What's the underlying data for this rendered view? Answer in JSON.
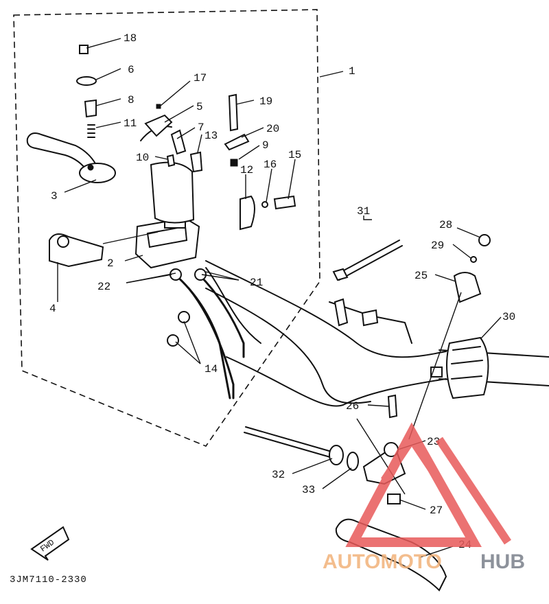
{
  "diagram_code": "3JM7110-2330",
  "fwd_label": "FWD",
  "watermark": {
    "part_a": "AUTOMOTO",
    "part_b": "HUB",
    "color_a": "#f2b27a",
    "color_b": "#7a7f8a",
    "triangle_color": "#e85a5a"
  },
  "part_numbers": {
    "p1": "1",
    "p2": "2",
    "p3": "3",
    "p4": "4",
    "p5": "5",
    "p6": "6",
    "p7": "7",
    "p8": "8",
    "p9": "9",
    "p10": "10",
    "p11": "11",
    "p12": "12",
    "p13": "13",
    "p14": "14",
    "p15": "15",
    "p16": "16",
    "p17": "17",
    "p18": "18",
    "p19": "19",
    "p20": "20",
    "p21": "21",
    "p22": "22",
    "p23": "23",
    "p24": "24",
    "p25": "25",
    "p26": "26",
    "p27": "27",
    "p28": "28",
    "p29": "29",
    "p30": "30",
    "p31": "31",
    "p32": "32",
    "p33": "33"
  }
}
